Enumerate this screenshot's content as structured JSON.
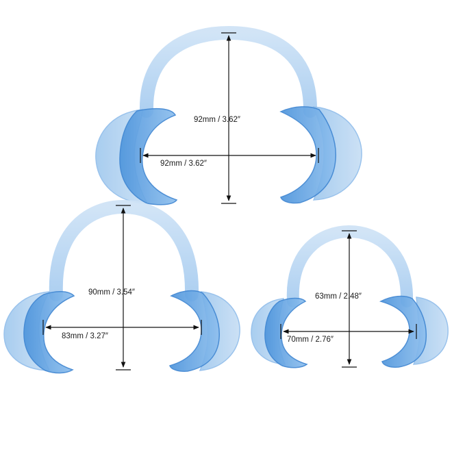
{
  "image": {
    "background": "#ffffff",
    "subject": "cheek retractors",
    "color": "#7fb8ea"
  },
  "retractors": [
    {
      "height_label": "92mm / 3.62″",
      "width_label": "92mm / 3.62″"
    },
    {
      "height_label": "90mm / 3.54″",
      "width_label": "83mm / 3.27″"
    },
    {
      "height_label": "63mm / 2.48″",
      "width_label": "70mm / 2.76″"
    }
  ]
}
